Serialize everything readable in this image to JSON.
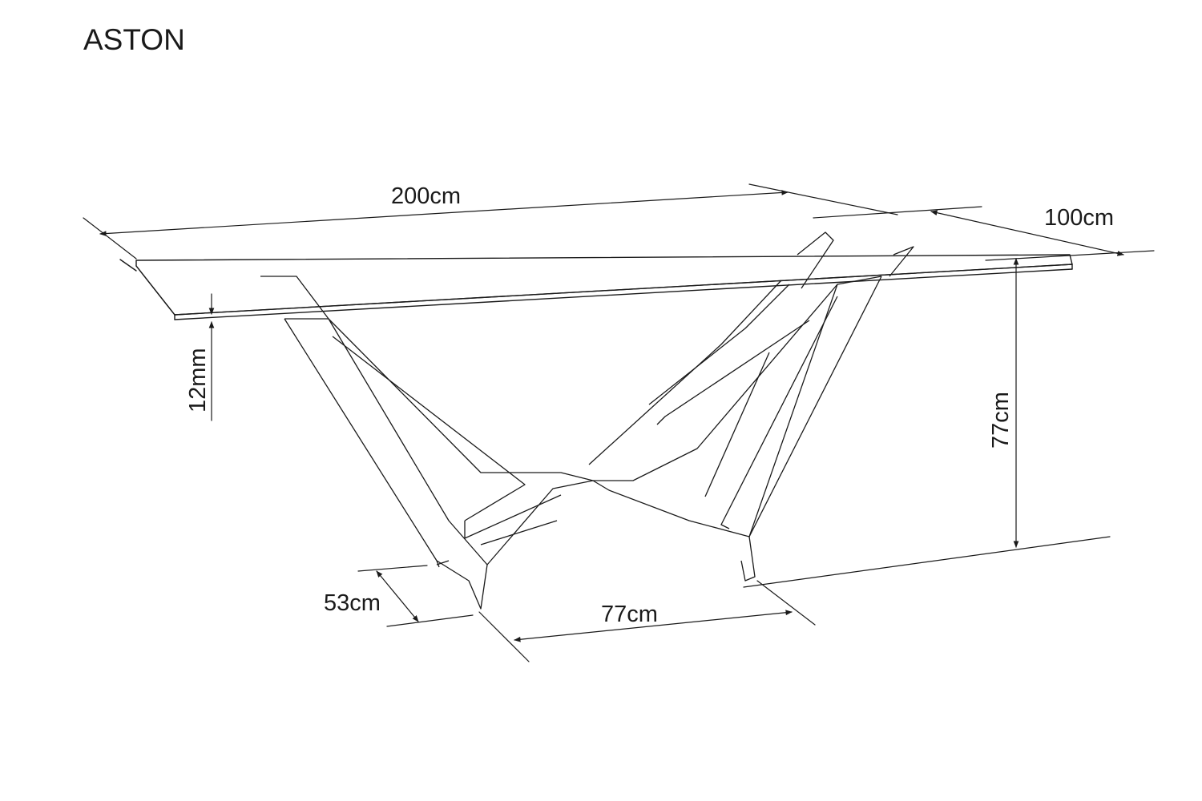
{
  "title": "ASTON",
  "dimensions": {
    "length": "200cm",
    "width": "100cm",
    "height": "77cm",
    "top_thickness": "12mm",
    "base_depth": "53cm",
    "base_length": "77cm"
  },
  "colors": {
    "ink": "#1a1a1a",
    "background": "#ffffff"
  }
}
